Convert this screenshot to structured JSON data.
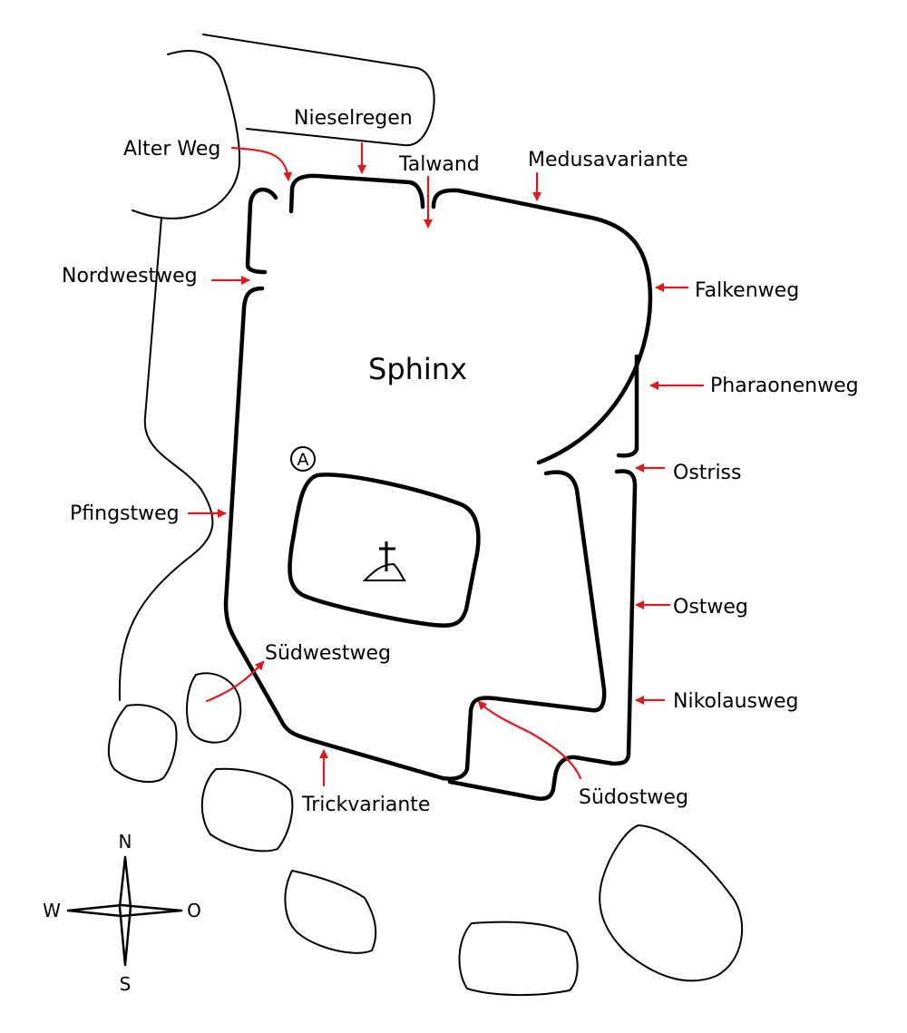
{
  "map": {
    "main_label": "Sphinx",
    "marker_label": "A",
    "colors": {
      "line": "#000000",
      "arrow": "#e0191f",
      "background": "#ffffff"
    }
  },
  "routes": {
    "alter_weg": "Alter Weg",
    "nieselregen": "Nieselregen",
    "talwand": "Talwand",
    "medusavariante": "Medusavariante",
    "nordwestweg": "Nordwestweg",
    "falkenweg": "Falkenweg",
    "pharaonenweg": "Pharaonenweg",
    "ostriss": "Ostriss",
    "pfingstweg": "Pfingstweg",
    "ostweg": "Ostweg",
    "suedwestweg": "Südwestweg",
    "nikolausweg": "Nikolausweg",
    "trickvariante": "Trickvariante",
    "suedostweg": "Südostweg"
  },
  "compass": {
    "north": "N",
    "south": "S",
    "west": "W",
    "east": "O"
  },
  "icons": {
    "summit": "summit-cross-icon",
    "compass": "compass-rose-icon"
  }
}
